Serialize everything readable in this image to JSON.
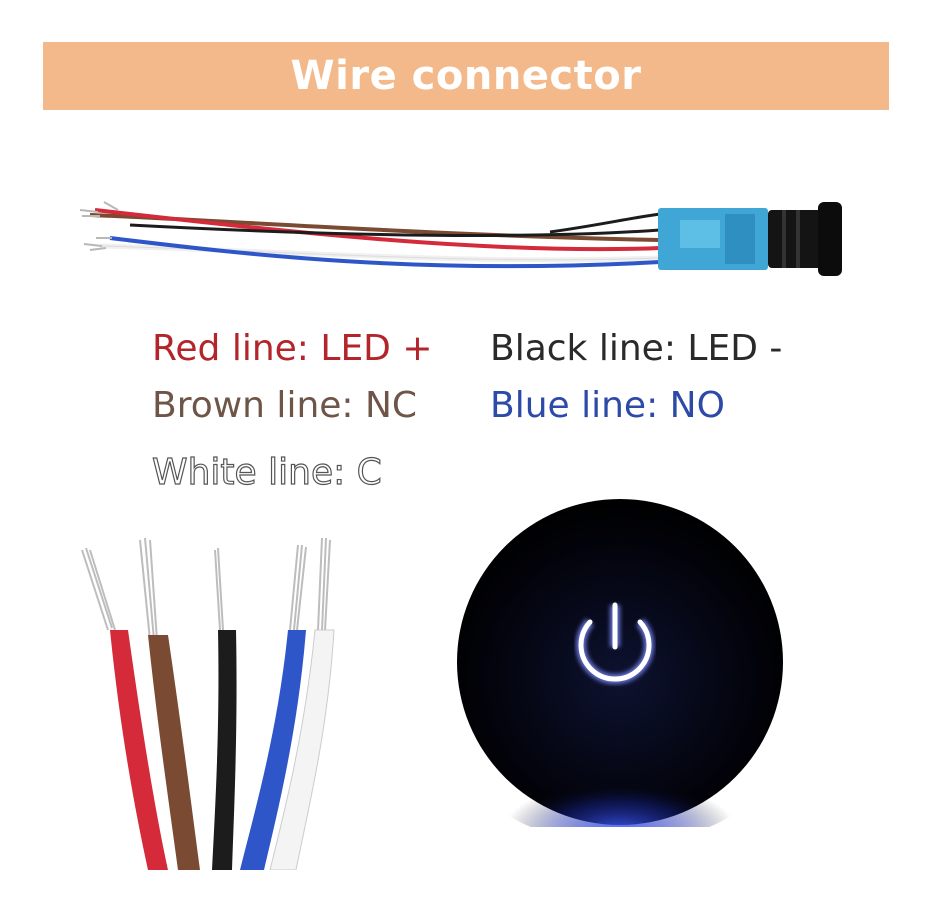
{
  "banner": {
    "title": "Wire connector"
  },
  "legend": {
    "red": {
      "text": "Red line: LED +",
      "color": "#b3242b"
    },
    "black": {
      "text": "Black line: LED -",
      "color": "#2a2a2a"
    },
    "brown": {
      "text": "Brown line: NC",
      "color": "#6e5548"
    },
    "blue": {
      "text": "Blue line: NO",
      "color": "#2e4aa8"
    },
    "white": {
      "text": "White line: C",
      "color": "#ffffff",
      "outline": "#666666"
    }
  },
  "wire_colors": {
    "red": "#d42a3a",
    "brown": "#7a4a33",
    "black": "#1c1c1c",
    "blue": "#2f56c9",
    "white": "#f2f2f2"
  },
  "icons": [
    "wired-button-switch-icon",
    "power-icon"
  ]
}
